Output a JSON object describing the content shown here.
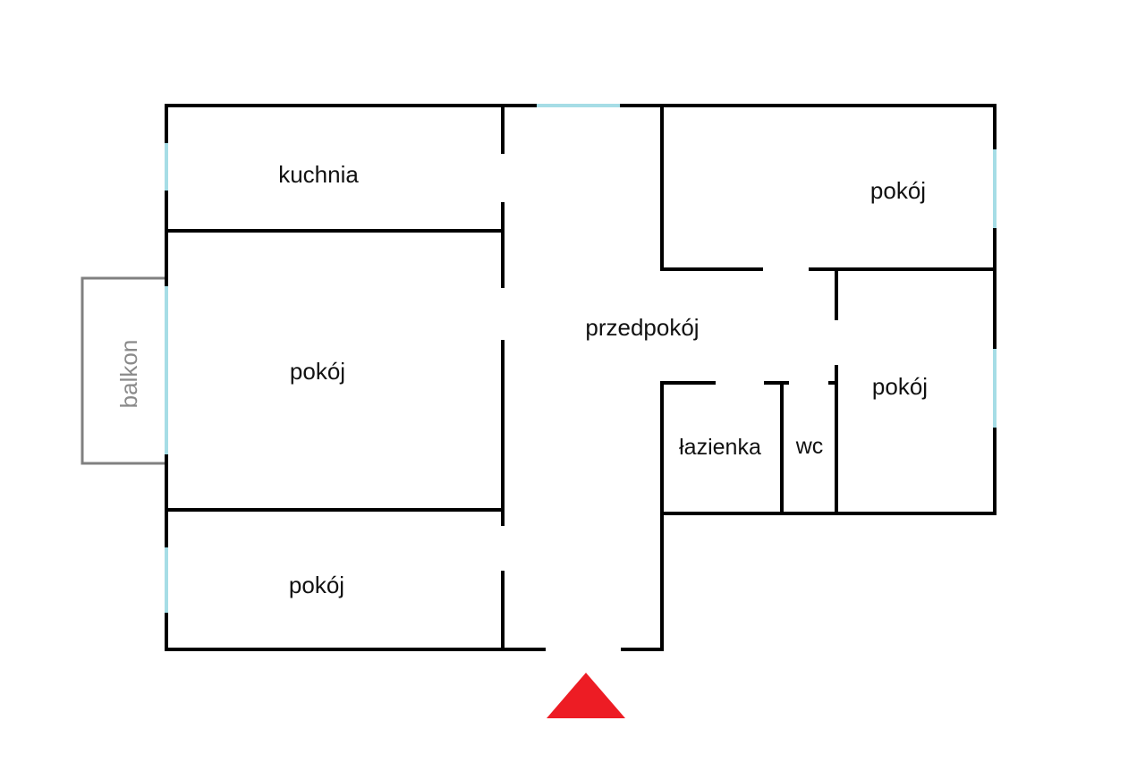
{
  "plan": {
    "rooms": {
      "kitchen": "kuchnia",
      "room_top_right": "pokój",
      "hallway": "przedpokój",
      "room_middle_left": "pokój",
      "room_middle_right": "pokój",
      "bathroom": "łazienka",
      "toilet": "wc",
      "room_bottom_left": "pokój",
      "balcony": "balkon"
    },
    "colors": {
      "walls": "#000000",
      "windows": "#a6dde6",
      "balcony_outline": "#808080",
      "entrance_marker": "#ed1c24"
    },
    "icons": {
      "entrance": "entrance-arrow-icon"
    }
  }
}
